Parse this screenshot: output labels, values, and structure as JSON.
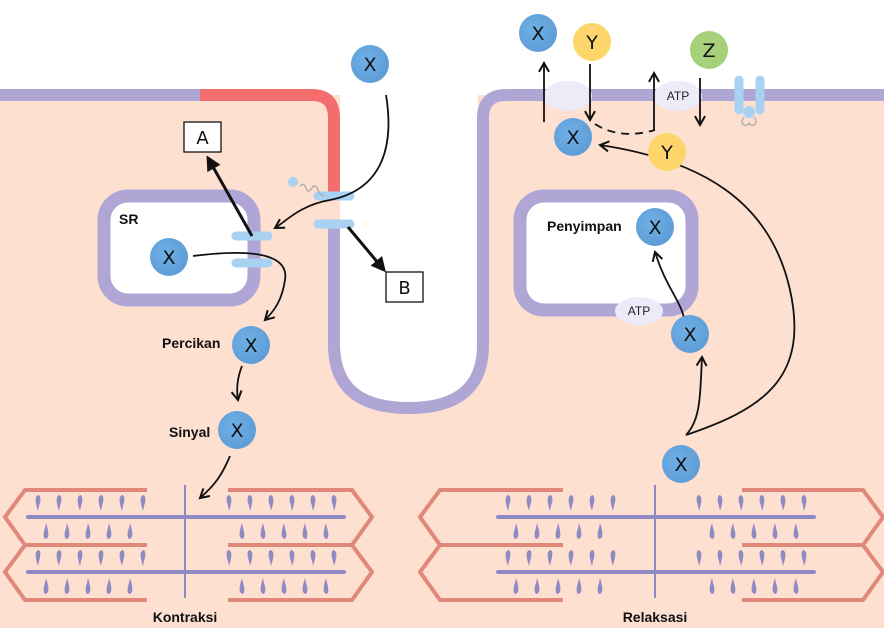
{
  "colors": {
    "cytoplasm": "#fee0d1",
    "membrane": "#b0a6d6",
    "membrane_active": "#f26d6b",
    "ion_x": "#67a7de",
    "ion_y": "#fdd56b",
    "ion_z": "#a6d07a",
    "channel": "#a9d1f1",
    "pump": "#ecebf7",
    "filament": "#8f8ac4",
    "actin_line": "#e0887a"
  },
  "labels": {
    "sr": "SR",
    "percikan": "Percikan",
    "sinyal": "Sinyal",
    "penyimpan": "Penyimpan",
    "kontraksi": "Kontraksi",
    "relaksasi": "Relaksasi",
    "box_a": "A",
    "box_b": "B",
    "atp": "ATP"
  },
  "ions": {
    "x": "X",
    "y": "Y",
    "z": "Z"
  }
}
